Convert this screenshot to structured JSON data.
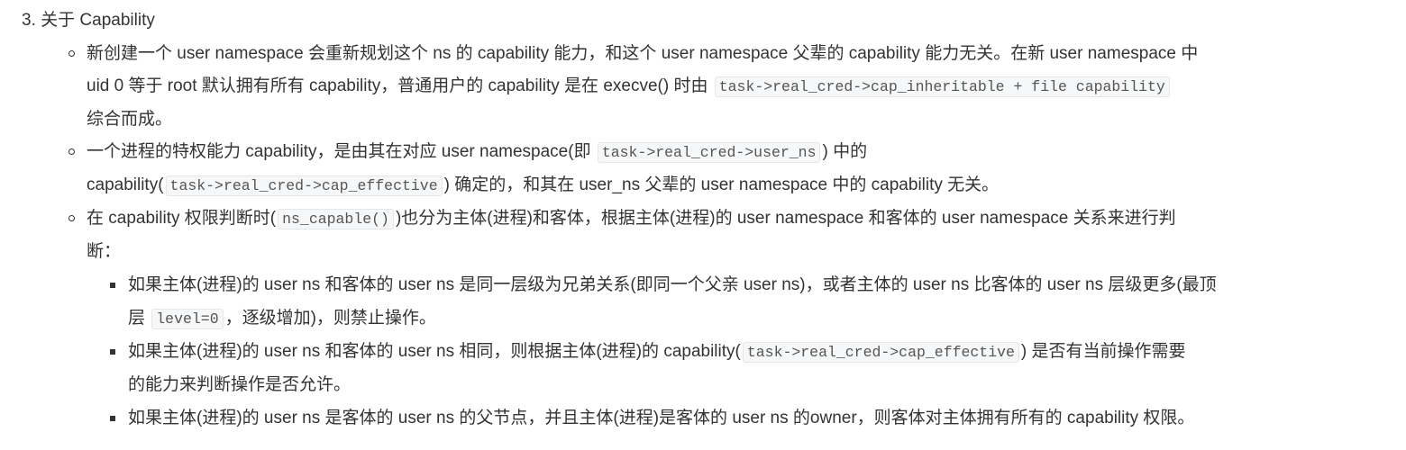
{
  "heading": {
    "number": "3.",
    "title": "关于 Capability"
  },
  "items": [
    {
      "lines": [
        [
          {
            "t": "新创建一个 user namespace 会重新规划这个 ns 的 capability 能力，和这个 user namespace 父辈的 capability 能力无关。在新 user namespace 中"
          }
        ],
        [
          {
            "t": "uid 0 等于 root 默认拥有所有 capability，普通用户的 capability 是在 execve() 时由 "
          },
          {
            "c": "task->real_cred->cap_inheritable + file capability"
          }
        ],
        [
          {
            "t": "综合而成。"
          }
        ]
      ]
    },
    {
      "lines": [
        [
          {
            "t": "一个进程的特权能力 capability，是由其在对应 user namespace(即 "
          },
          {
            "c": "task->real_cred->user_ns"
          },
          {
            "t": ") 中的"
          }
        ],
        [
          {
            "t": "capability("
          },
          {
            "c": "task->real_cred->cap_effective"
          },
          {
            "t": ") 确定的，和其在 user_ns 父辈的 user namespace 中的 capability 无关。"
          }
        ]
      ]
    },
    {
      "lines": [
        [
          {
            "t": "在 capability 权限判断时("
          },
          {
            "c": "ns_capable()"
          },
          {
            "t": ")也分为主体(进程)和客体，根据主体(进程)的 user namespace 和客体的 user namespace 关系来进行判"
          }
        ],
        [
          {
            "t": "断："
          }
        ]
      ]
    }
  ],
  "subitems": [
    {
      "lines": [
        [
          {
            "t": "如果主体(进程)的 user ns 和客体的 user ns 是同一层级为兄弟关系(即同一个父亲 user ns)，或者主体的 user ns 比客体的 user ns 层级更多(最顶"
          }
        ],
        [
          {
            "t": "层 "
          },
          {
            "c": "level=0"
          },
          {
            "t": "，逐级增加)，则禁止操作。"
          }
        ]
      ]
    },
    {
      "lines": [
        [
          {
            "t": "如果主体(进程)的 user ns 和客体的 user ns 相同，则根据主体(进程)的 capability("
          },
          {
            "c": "task->real_cred->cap_effective"
          },
          {
            "t": ") 是否有当前操作需要"
          }
        ],
        [
          {
            "t": "的能力来判断操作是否允许。"
          }
        ]
      ]
    },
    {
      "lines": [
        [
          {
            "t": "如果主体(进程)的 user ns 是客体的 user ns 的父节点，并且主体(进程)是客体的 user ns 的owner，则客体对主体拥有所有的 capability 权限。"
          }
        ]
      ]
    }
  ]
}
